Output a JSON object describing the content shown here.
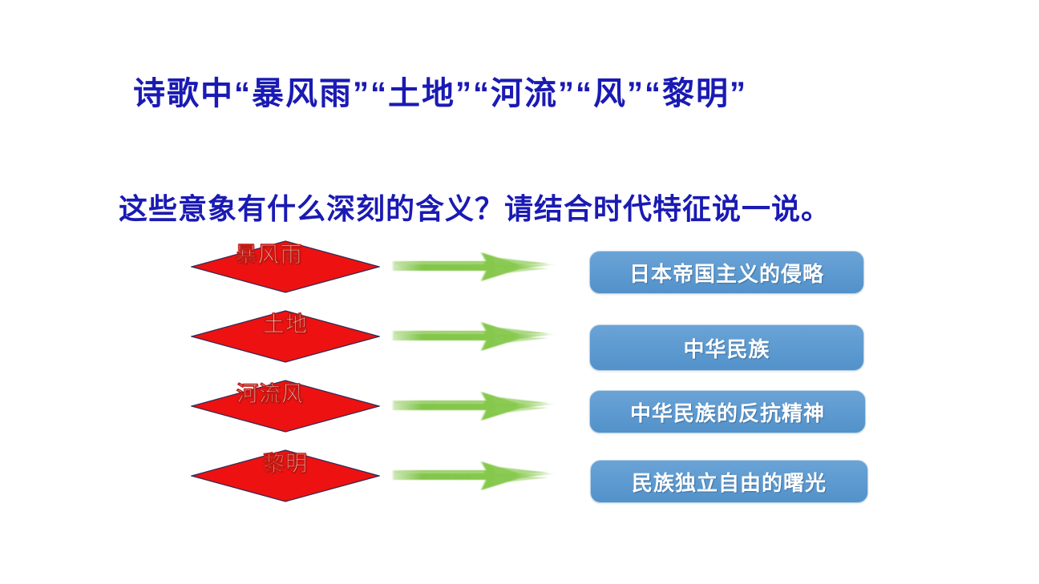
{
  "slide": {
    "background_color": "#ffffff",
    "heading_color": "#1a1ab4",
    "diamond_color": "#ee1111",
    "box_color": "#5e9bd1",
    "arrow_color": "#7dc242",
    "title": "诗歌中“暴风雨”“土地”“河流”“风”“黎明”",
    "subtitle": "这些意象有什么深刻的含义？请结合时代特征说一说。"
  },
  "mappings": [
    {
      "image": "暴风雨",
      "arrow": "right-arrow",
      "meaning": "日本帝国主义的侵略"
    },
    {
      "image": "土地",
      "arrow": "right-arrow",
      "meaning": "中华民族"
    },
    {
      "image": "河流风",
      "arrow": "right-arrow",
      "meaning": "中华民族的反抗精神"
    },
    {
      "image": "黎明",
      "arrow": "right-arrow",
      "meaning": "民族独立自由的曙光"
    }
  ]
}
